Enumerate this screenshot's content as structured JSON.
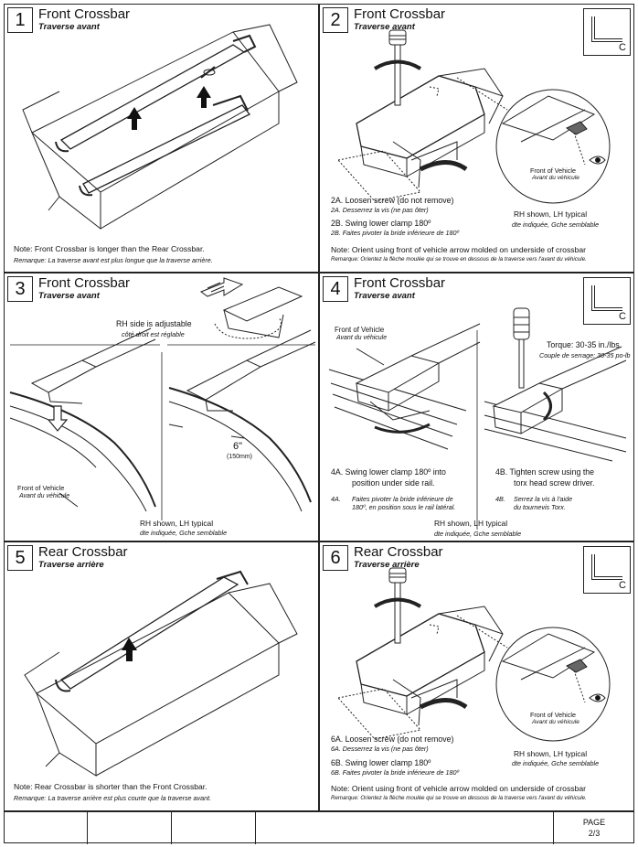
{
  "panels": [
    {
      "num": "1",
      "title": "Front Crossbar",
      "subtitle": "Traverse avant",
      "note": "Note:  Front Crossbar is longer than the Rear Crossbar.",
      "note_fr": "Remarque: La traverse avant est plus longue que la traverse arrière."
    },
    {
      "num": "2",
      "title": "Front Crossbar",
      "subtitle": "Traverse avant",
      "tool_letter": "C",
      "step_a": "2A. Loosen screw (do not remove)",
      "step_a_fr": "2A. Desserrez la vis (ne pas ôter)",
      "step_b": "2B. Swing lower clamp 180º",
      "step_b_fr": "2B. Faites pivoter la bride inférieure de 180º",
      "front_vehicle": "Front of Vehicle",
      "front_vehicle_fr": "Avant du véhicule",
      "rh_shown": "RH shown, LH typical",
      "rh_shown_fr": "dte indiquée, Gche semblable",
      "note": "Note: Orient using front of vehicle arrow molded on underside of crossbar",
      "note_fr": "Remarque: Orientez la flèche moulée qui se trouve en dessous de la traverse vers l'avant du véhicule."
    },
    {
      "num": "3",
      "title": "Front Crossbar",
      "subtitle": "Traverse avant",
      "rh_adjustable": "RH side is adjustable",
      "rh_adjustable_fr": "côté droit est réglable",
      "front_vehicle": "Front of Vehicle",
      "front_vehicle_fr": "Avant du véhicule",
      "distance": "6\"",
      "distance_mm": "(150mm)",
      "rh_shown": "RH shown, LH typical",
      "rh_shown_fr": "dte indiquée, Gche semblable"
    },
    {
      "num": "4",
      "title": "Front Crossbar",
      "subtitle": "Traverse avant",
      "tool_letter": "C",
      "front_vehicle": "Front of Vehicle",
      "front_vehicle_fr": "Avant du véhicule",
      "torque": "Torque: 30-35 in./lbs",
      "torque_fr": "Couple de serrage: 30-35 po-lb",
      "step_a_1": "4A. Swing lower clamp 180º into",
      "step_a_2": "position under side rail.",
      "step_a_fr_label": "4A.",
      "step_a_fr_1": "Faites pivoter la bride inférieure de",
      "step_a_fr_2": "180º, en position sous le rail latéral.",
      "step_b_1": "4B. Tighten screw using the",
      "step_b_2": "torx head screw driver.",
      "step_b_fr_label": "4B.",
      "step_b_fr_1": "Serrez la vis à l'aide",
      "step_b_fr_2": "du tournevis Torx.",
      "rh_shown": "RH shown, LH typical",
      "rh_shown_fr": "dte indiquée, Gche semblable"
    },
    {
      "num": "5",
      "title": "Rear Crossbar",
      "subtitle": "Traverse arrière",
      "note": "Note: Rear Crossbar is shorter than the Front Crossbar.",
      "note_fr": "Remarque: La traverse arrière est plus courte que la traverse avant."
    },
    {
      "num": "6",
      "title": "Rear Crossbar",
      "subtitle": "Traverse arrière",
      "tool_letter": "C",
      "step_a": "6A. Loosen screw (do not remove)",
      "step_a_fr": "6A. Desserrez la vis (ne pas ôter)",
      "step_b": "6B. Swing lower clamp 180º",
      "step_b_fr": "6B. Faites pivoter la bride inférieure de 180º",
      "front_vehicle": "Front of Vehicle",
      "front_vehicle_fr": "Avant du véhicule",
      "rh_shown": "RH shown, LH typical",
      "rh_shown_fr": "dte indiquée, Gche semblable",
      "note": "Note: Orient using front of vehicle arrow molded on underside of crossbar",
      "note_fr": "Remarque: Orientez la flèche moulée qui se trouve en dessous de la traverse vers l'avant du véhicule."
    }
  ],
  "footer": {
    "page_label": "PAGE",
    "page_number": "2/3"
  }
}
